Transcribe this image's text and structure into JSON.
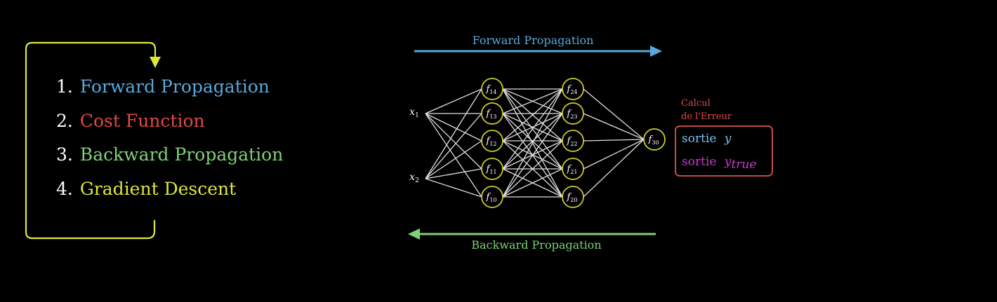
{
  "colors": {
    "background": "#000000",
    "loop": "#dde83c",
    "forward": "#58a8dc",
    "cost": "#e04848",
    "backward": "#7fd178",
    "gradient": "#dde83c",
    "node_stroke": "#c8cc2a",
    "edge": "#e0e0e0",
    "box_border": "#e05050",
    "sortie_y": "#7cc2ee",
    "sortie_ytrue": "#c83cc8"
  },
  "steps": [
    {
      "number": "1.",
      "label": "Forward Propagation",
      "color_key": "forward"
    },
    {
      "number": "2.",
      "label": "Cost Function",
      "color_key": "cost"
    },
    {
      "number": "3.",
      "label": "Backward Propagation",
      "color_key": "backward"
    },
    {
      "number": "4.",
      "label": "Gradient Descent",
      "color_key": "gradient"
    }
  ],
  "network": {
    "forward_label": "Forward Propagation",
    "backward_label": "Backward Propagation",
    "inputs": [
      {
        "base": "x",
        "sub": "1"
      },
      {
        "base": "x",
        "sub": "2"
      }
    ],
    "layer1": [
      {
        "base": "f",
        "sub": "14"
      },
      {
        "base": "f",
        "sub": "13"
      },
      {
        "base": "f",
        "sub": "12"
      },
      {
        "base": "f",
        "sub": "11"
      },
      {
        "base": "f",
        "sub": "10"
      }
    ],
    "layer2": [
      {
        "base": "f",
        "sub": "24"
      },
      {
        "base": "f",
        "sub": "23"
      },
      {
        "base": "f",
        "sub": "22"
      },
      {
        "base": "f",
        "sub": "21"
      },
      {
        "base": "f",
        "sub": "20"
      }
    ],
    "output": {
      "base": "f",
      "sub": "30"
    }
  },
  "error_panel": {
    "title_line1": "Calcul",
    "title_line2": "de l'Erreur",
    "sortie_label": "sortie",
    "y_symbol": "y",
    "ytrue_base": "y",
    "ytrue_sub": "true"
  }
}
